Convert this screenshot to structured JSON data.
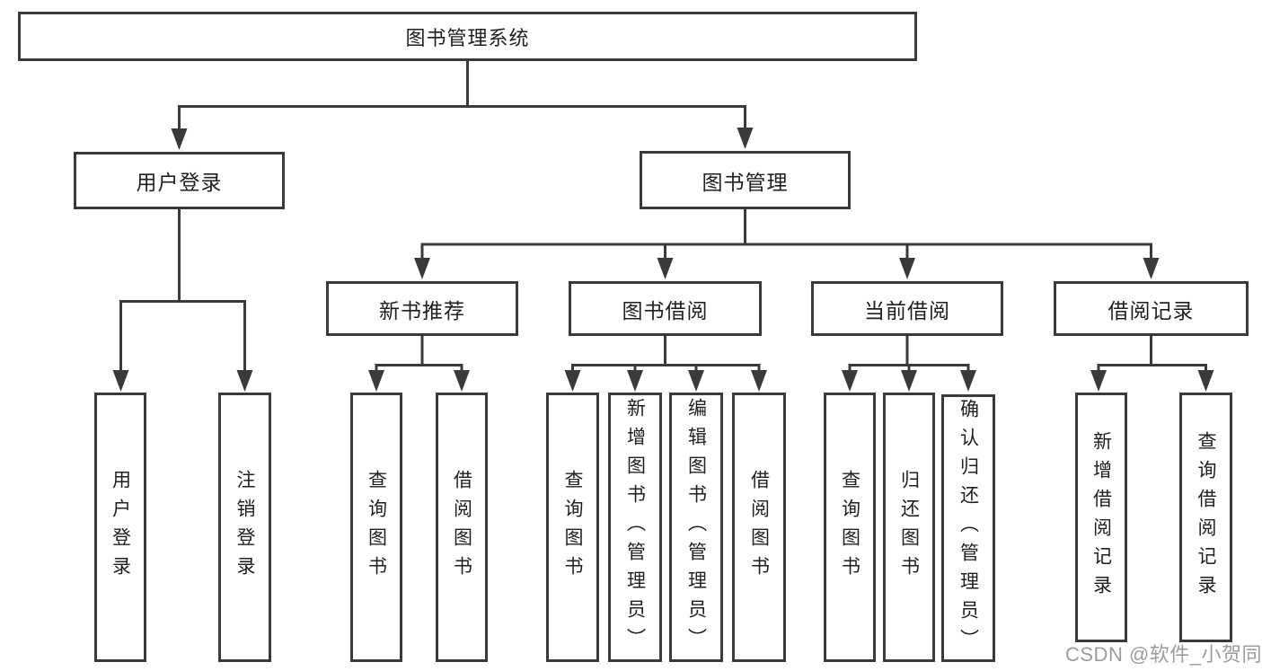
{
  "diagram": {
    "tree": {
      "label": "图书管理系统",
      "children": [
        {
          "label": "用户登录",
          "children": [
            {
              "label": "用户登录"
            },
            {
              "label": "注销登录"
            }
          ]
        },
        {
          "label": "图书管理",
          "children": [
            {
              "label": "新书推荐",
              "children": [
                {
                  "label": "查询图书"
                },
                {
                  "label": "借阅图书"
                }
              ]
            },
            {
              "label": "图书借阅",
              "children": [
                {
                  "label": "查询图书"
                },
                {
                  "label": "新增图书（管理员）"
                },
                {
                  "label": "编辑图书（管理员）"
                },
                {
                  "label": "借阅图书"
                }
              ]
            },
            {
              "label": "当前借阅",
              "children": [
                {
                  "label": "查询图书"
                },
                {
                  "label": "归还图书"
                },
                {
                  "label": "确认归还（管理员）"
                }
              ]
            },
            {
              "label": "借阅记录",
              "children": [
                {
                  "label": "新增借阅记录"
                },
                {
                  "label": "查询借阅记录"
                }
              ]
            }
          ]
        }
      ]
    }
  },
  "watermark": "CSDN @软件_小贺同学",
  "colors": {
    "line": "#3a3a3a",
    "box_border": "#3a3a3a",
    "text": "#1f1f1f",
    "watermark": "#9c9c9c",
    "background": "#ffffff"
  }
}
